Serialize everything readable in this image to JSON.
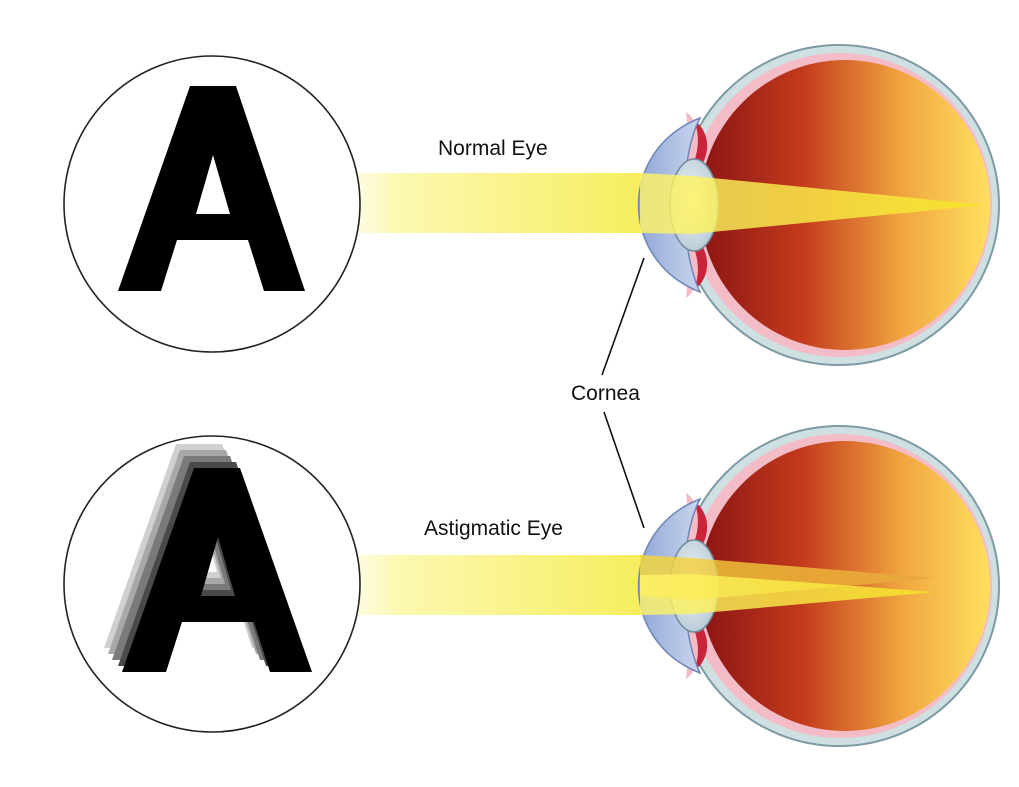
{
  "labels": {
    "normal": "Normal Eye",
    "astigmatic": "Astigmatic Eye",
    "cornea": "Cornea"
  },
  "letters": {
    "normal": "A",
    "astigmatic": "A"
  },
  "colors": {
    "light_beam": "#f7ef50",
    "eye_inner_dark": "#b01f1b",
    "eye_inner_light": "#ffd75a",
    "sclera": "#cfe2e4",
    "cornea": "#9fb4dc",
    "lens": "#d4e2ea",
    "choroid": "#f4bcc6",
    "letter": "#000000"
  }
}
